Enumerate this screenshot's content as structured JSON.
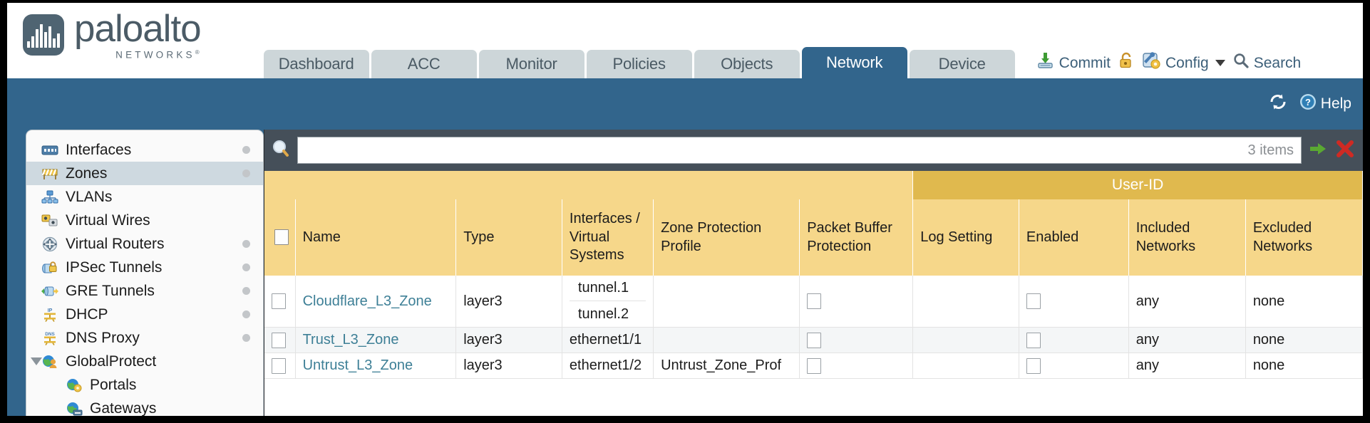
{
  "brand": {
    "word": "paloalto",
    "sub": "NETWORKS",
    "registered": "®"
  },
  "tabs": [
    {
      "label": "Dashboard",
      "active": false
    },
    {
      "label": "ACC",
      "active": false
    },
    {
      "label": "Monitor",
      "active": false
    },
    {
      "label": "Policies",
      "active": false
    },
    {
      "label": "Objects",
      "active": false
    },
    {
      "label": "Network",
      "active": true
    },
    {
      "label": "Device",
      "active": false
    }
  ],
  "toolbar": {
    "commit_label": "Commit",
    "commit_icon": "commit-download-icon",
    "lock_icon": "padlock-icon",
    "config_label": "Config",
    "config_icon": "config-wrench-icon",
    "config_caret": "chevron-down-icon",
    "search_label": "Search",
    "search_icon": "magnifier-icon"
  },
  "blueband": {
    "refresh_icon": "refresh-icon",
    "help_label": "Help",
    "help_icon": "help-question-icon"
  },
  "sidebar": {
    "items": [
      {
        "label": "Interfaces",
        "icon": "interfaces-icon",
        "dot": true,
        "selected": false,
        "child": false,
        "expander": false
      },
      {
        "label": "Zones",
        "icon": "zones-barrier-icon",
        "dot": true,
        "selected": true,
        "child": false,
        "expander": false
      },
      {
        "label": "VLANs",
        "icon": "vlans-network-icon",
        "dot": false,
        "selected": false,
        "child": false,
        "expander": false
      },
      {
        "label": "Virtual Wires",
        "icon": "virtual-wires-icon",
        "dot": false,
        "selected": false,
        "child": false,
        "expander": false
      },
      {
        "label": "Virtual Routers",
        "icon": "virtual-routers-icon",
        "dot": true,
        "selected": false,
        "child": false,
        "expander": false
      },
      {
        "label": "IPSec Tunnels",
        "icon": "ipsec-tunnels-icon",
        "dot": true,
        "selected": false,
        "child": false,
        "expander": false
      },
      {
        "label": "GRE Tunnels",
        "icon": "gre-tunnels-icon",
        "dot": false,
        "selected": false,
        "child": false,
        "expander": false
      },
      {
        "label": "DHCP",
        "icon": "dhcp-icon",
        "dot": true,
        "selected": false,
        "child": false,
        "expander": false
      },
      {
        "label": "DNS Proxy",
        "icon": "dns-proxy-icon",
        "dot": true,
        "selected": false,
        "child": false,
        "expander": false
      },
      {
        "label": "GlobalProtect",
        "icon": "globalprotect-icon",
        "dot": false,
        "selected": false,
        "child": false,
        "expander": true
      },
      {
        "label": "Portals",
        "icon": "portals-icon",
        "dot": false,
        "selected": false,
        "child": true,
        "expander": false
      },
      {
        "label": "Gateways",
        "icon": "gateways-icon",
        "dot": false,
        "selected": false,
        "child": true,
        "expander": false
      }
    ]
  },
  "search": {
    "value": "",
    "placeholder": "",
    "item_count": "3 items",
    "apply_icon": "green-arrow-apply-icon",
    "clear_icon": "red-x-clear-icon",
    "icon": "magnifier-icon"
  },
  "table": {
    "group_header": {
      "user_id": "User-ID"
    },
    "columns": [
      "Name",
      "Type",
      "Interfaces / Virtual Systems",
      "Zone Protection Profile",
      "Packet Buffer Protection",
      "Log Setting",
      "Enabled",
      "Included Networks",
      "Excluded Networks"
    ],
    "rows": [
      {
        "selected": false,
        "name": "Cloudflare_L3_Zone",
        "type": "layer3",
        "interfaces": [
          "tunnel.1",
          "tunnel.2"
        ],
        "zone_protection_profile": "",
        "packet_buffer_protection": false,
        "log_setting": "",
        "user_id_enabled": false,
        "included_networks": "any",
        "excluded_networks": "none"
      },
      {
        "selected": false,
        "name": "Trust_L3_Zone",
        "type": "layer3",
        "interfaces": [
          "ethernet1/1"
        ],
        "zone_protection_profile": "",
        "packet_buffer_protection": false,
        "log_setting": "",
        "user_id_enabled": false,
        "included_networks": "any",
        "excluded_networks": "none"
      },
      {
        "selected": false,
        "name": "Untrust_L3_Zone",
        "type": "layer3",
        "interfaces": [
          "ethernet1/2"
        ],
        "zone_protection_profile": "Untrust_Zone_Prof",
        "packet_buffer_protection": false,
        "log_setting": "",
        "user_id_enabled": false,
        "included_networks": "any",
        "excluded_networks": "none"
      }
    ]
  },
  "colors": {
    "brand_blue": "#32658c",
    "header_gold": "#f6d78a",
    "group_gold": "#e0b94e",
    "link_teal": "#3d7f96",
    "dark_slate": "#454f59"
  }
}
